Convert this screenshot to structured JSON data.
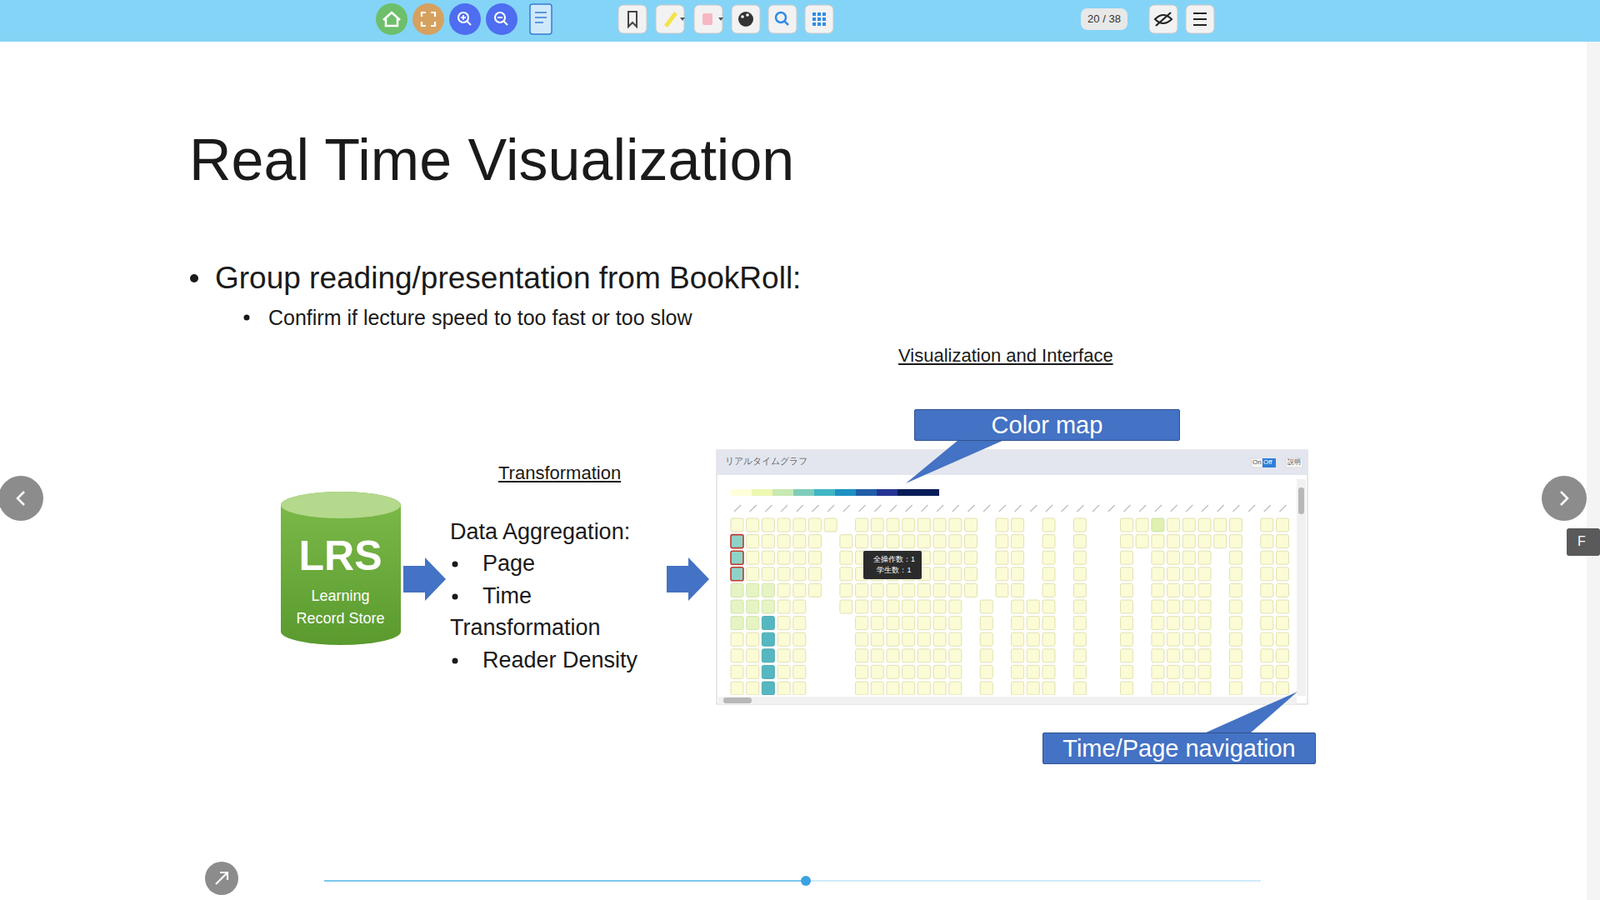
{
  "diagram": {
    "title": "Real Time Visualization",
    "nodes": [
      {
        "text": [
          "20 / 38"
        ]
      },
      {
        "text": [
          "LRS",
          "Learning Record Store"
        ]
      },
      {
        "text": [
          "Color map"
        ]
      },
      {
        "text": [
          "Time/Page navigation"
        ]
      },
      {
        "text": [
          "全操作数：1",
          "学生数：1"
        ]
      }
    ],
    "labels": [
      "Group reading/presentation from BookRoll:",
      "Confirm if lecture speed to too fast or too slow",
      "Visualization and Interface",
      "Transformation",
      "Data Aggregation:",
      "Page",
      "Time",
      "Transformation",
      "Reader Density",
      "リアルタイムグラフ",
      "On",
      "Off",
      "説明",
      "F"
    ]
  }
}
